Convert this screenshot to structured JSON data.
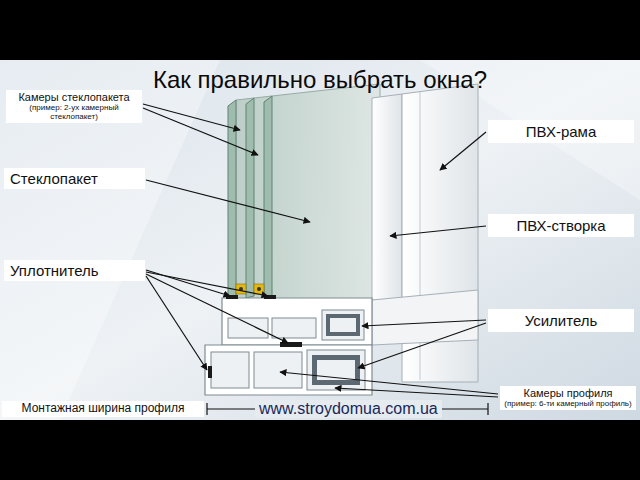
{
  "diagram": {
    "title": "Как правильно выбрать окна?",
    "labels": [
      "Камеры стеклопакета",
      "(пример: 2-ух камерный стеклопакет)",
      "Стеклопакет",
      "Уплотнитель",
      "Монтажная ширина профиля",
      "ПВХ-рама",
      "ПВХ-створка",
      "Усилитель",
      "Камеры профиля",
      "(пример: 6-ти камерный профиль)",
      "www.stroydomua.com.ua"
    ]
  }
}
